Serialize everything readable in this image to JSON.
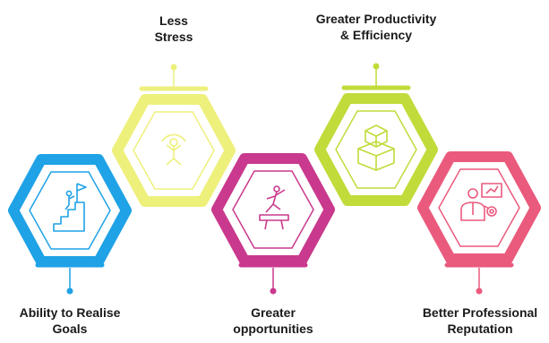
{
  "diagram": {
    "items": [
      {
        "id": "goals",
        "line1": "Ability to Realise",
        "line2": "Goals",
        "color": "#1fa2e6",
        "icon": "flag-climb-icon",
        "label_position": "bottom"
      },
      {
        "id": "stress",
        "line1": "Less",
        "line2": "Stress",
        "color": "#eef07c",
        "icon": "relax-icon",
        "label_position": "top"
      },
      {
        "id": "opportunities",
        "line1": "Greater",
        "line2": "opportunities",
        "color": "#c9398d",
        "icon": "leap-icon",
        "label_position": "bottom"
      },
      {
        "id": "productivity",
        "line1": "Greater Productivity",
        "line2": "& Efficiency",
        "color": "#c1db3a",
        "icon": "boxes-icon",
        "label_position": "top"
      },
      {
        "id": "reputation",
        "line1": "Better Professional",
        "line2": "Reputation",
        "color": "#ea5a7d",
        "icon": "presenter-icon",
        "label_position": "bottom"
      }
    ]
  }
}
